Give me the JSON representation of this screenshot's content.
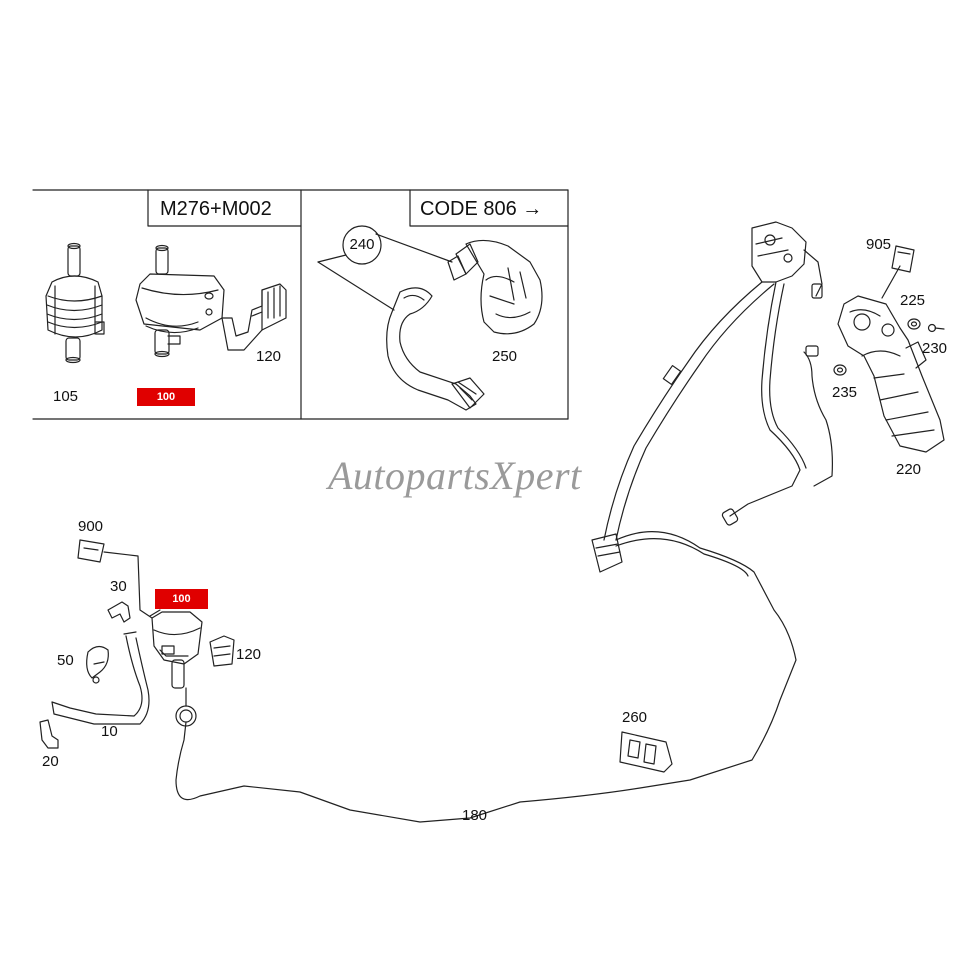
{
  "watermark": "AutopartsXpert",
  "insets": {
    "left_header": "M276+M002",
    "right_header": "CODE 806",
    "right_header_arrow": "→"
  },
  "labels": {
    "p105": "105",
    "p100_inset": "100",
    "p120_inset": "120",
    "p240": "240",
    "p250": "250",
    "p905": "905",
    "p225": "225",
    "p230": "230",
    "p235": "235",
    "p220": "220",
    "p900": "900",
    "p30": "30",
    "p100_main": "100",
    "p120_main": "120",
    "p50": "50",
    "p10": "10",
    "p20": "20",
    "p260": "260",
    "p180": "180"
  },
  "colors": {
    "highlight": "#e00000",
    "line": "#222222",
    "watermark": "#9a9a9a"
  }
}
